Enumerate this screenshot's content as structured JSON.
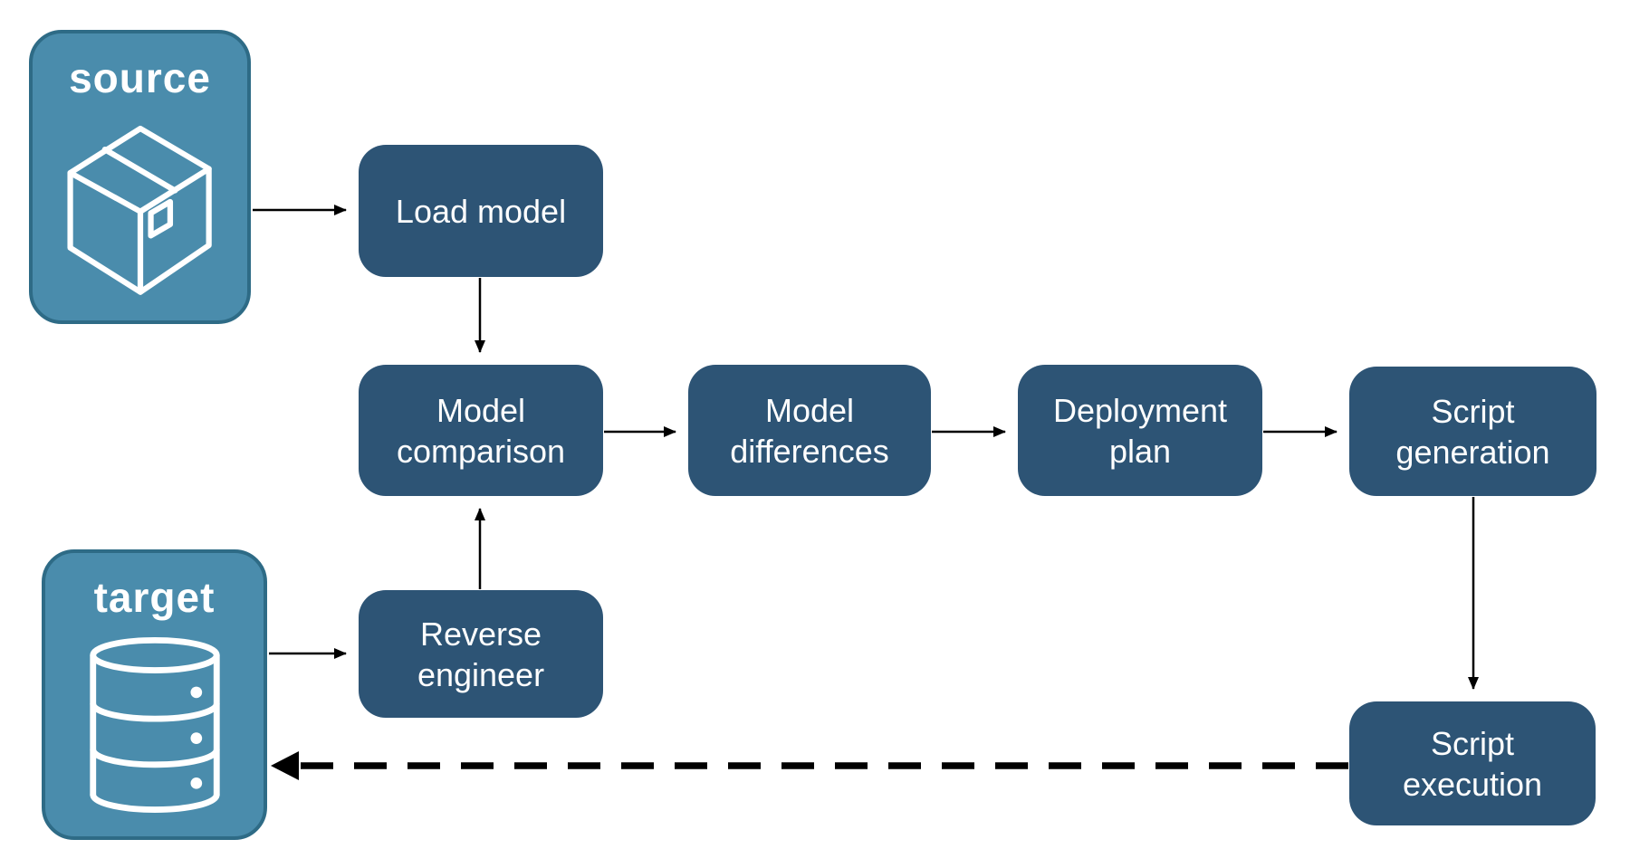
{
  "colors": {
    "background": "#ffffff",
    "step_fill": "#2d5475",
    "terminal_fill": "#4a8cac",
    "terminal_border": "#2e6b86",
    "arrow": "#000000",
    "label_text": "#ffffff"
  },
  "terminals": {
    "source": {
      "label": "source",
      "icon": "package-icon"
    },
    "target": {
      "label": "target",
      "icon": "database-icon"
    }
  },
  "steps": {
    "load_model": {
      "label": "Load model"
    },
    "model_comparison": {
      "label": "Model\ncomparison"
    },
    "model_differences": {
      "label": "Model\ndifferences"
    },
    "deployment_plan": {
      "label": "Deployment\nplan"
    },
    "script_generation": {
      "label": "Script\ngeneration"
    },
    "reverse_engineer": {
      "label": "Reverse\nengineer"
    },
    "script_execution": {
      "label": "Script\nexecution"
    }
  },
  "connections": [
    {
      "from": "source",
      "to": "load_model",
      "style": "solid"
    },
    {
      "from": "load_model",
      "to": "model_comparison",
      "style": "solid"
    },
    {
      "from": "target",
      "to": "reverse_engineer",
      "style": "solid"
    },
    {
      "from": "reverse_engineer",
      "to": "model_comparison",
      "style": "solid"
    },
    {
      "from": "model_comparison",
      "to": "model_differences",
      "style": "solid"
    },
    {
      "from": "model_differences",
      "to": "deployment_plan",
      "style": "solid"
    },
    {
      "from": "deployment_plan",
      "to": "script_generation",
      "style": "solid"
    },
    {
      "from": "script_generation",
      "to": "script_execution",
      "style": "solid"
    },
    {
      "from": "script_execution",
      "to": "target",
      "style": "dashed"
    }
  ]
}
